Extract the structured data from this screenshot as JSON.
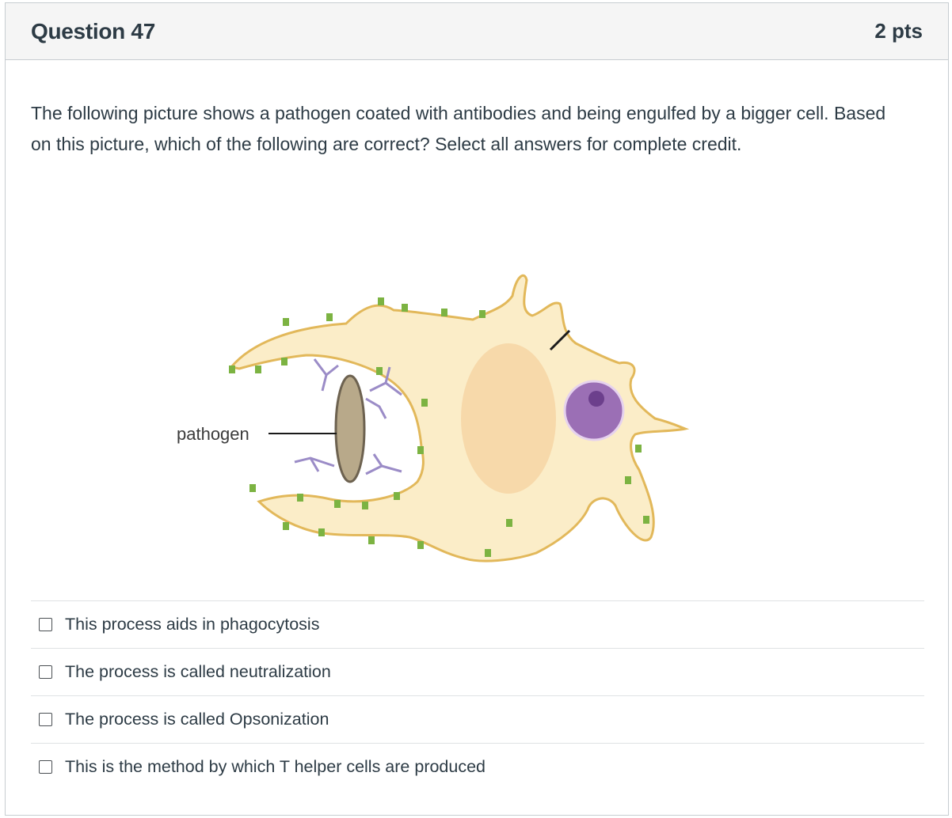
{
  "question": {
    "title": "Question 47",
    "points": "2 pts",
    "text": "The following picture shows a pathogen coated with antibodies and being engulfed by a bigger cell.  Based on this picture, which of the following are correct? Select all answers for complete credit."
  },
  "figure": {
    "pathogen_label": "pathogen"
  },
  "answers": [
    {
      "label": "This process aids in phagocytosis",
      "checked": false
    },
    {
      "label": "The process is called neutralization",
      "checked": false
    },
    {
      "label": "The process is called Opsonization",
      "checked": false
    },
    {
      "label": "This is the method by which T helper cells are produced",
      "checked": false
    }
  ],
  "colors": {
    "header_bg": "#f5f5f5",
    "border": "#c7cdd1",
    "text": "#2d3b45",
    "cell_fill": "#fbedc8",
    "cell_outline": "#e2b85a",
    "receptor": "#7cb342",
    "antibody": "#9b8cc7",
    "pathogen": "#b8a98a",
    "nucleus": "#9b6fb5"
  }
}
